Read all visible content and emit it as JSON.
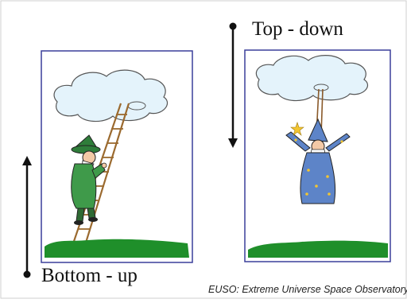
{
  "labels": {
    "top_down": "Top - down",
    "bottom_up": "Bottom - up"
  },
  "caption": "EUSO: Extreme Universe Space Observatory",
  "colors": {
    "panel_border": "#3a3f9a",
    "cloud_fill": "#e4f3fb",
    "grass": "#1f8f2a",
    "ladder": "#c79a5a",
    "gnome_coat": "#3f9a4a",
    "wizard_robe": "#5d84c8",
    "stars": "#f2c531"
  },
  "icons": [
    "ladder-icon",
    "gnome-icon",
    "wizard-icon",
    "cloud-icon",
    "rope-icon",
    "arrow-up-icon",
    "arrow-down-icon"
  ]
}
